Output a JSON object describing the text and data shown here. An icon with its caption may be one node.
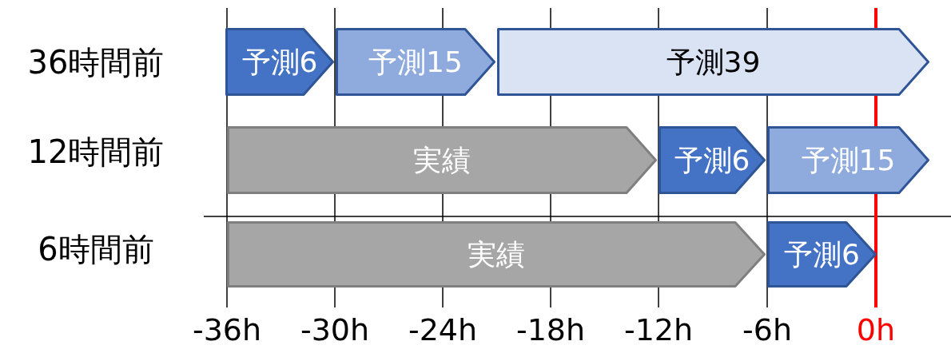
{
  "diagram": {
    "nodes": [
      {
        "text": [
          "予測6"
        ]
      },
      {
        "text": [
          "予測15"
        ]
      },
      {
        "text": [
          "予測39"
        ]
      },
      {
        "text": [
          "実績"
        ]
      },
      {
        "text": [
          "予測6"
        ]
      },
      {
        "text": [
          "予測15"
        ]
      },
      {
        "text": [
          "実績"
        ]
      },
      {
        "text": [
          "予測6"
        ]
      }
    ],
    "labels": [
      "36時間前",
      "12時間前",
      "6時間前",
      "-36h",
      "-30h",
      "-24h",
      "-18h",
      "-12h",
      "-6h",
      "0h"
    ]
  }
}
